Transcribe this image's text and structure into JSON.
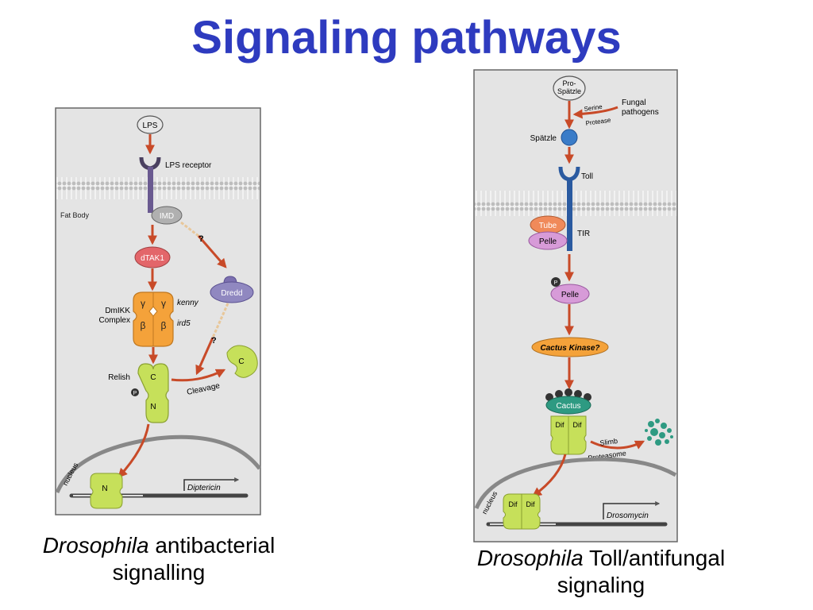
{
  "slide": {
    "title": "Signaling pathways"
  },
  "left_diagram": {
    "lps": "LPS",
    "lps_receptor": "LPS receptor",
    "fat_body": "Fat Body",
    "imd": "IMD",
    "question1": "?",
    "question2": "?",
    "dtak1": "dTAK1",
    "dredd": "Dredd",
    "gamma1": "γ",
    "gamma2": "γ",
    "beta1": "β",
    "beta2": "β",
    "dmikk_line1": "DmIKK",
    "dmikk_line2": "Complex",
    "kenny": "kenny",
    "ird5": "ird5",
    "relish": "Relish",
    "relish_c": "C",
    "relish_n": "N",
    "p": "P",
    "cleavage": "Cleavage",
    "cleaved_c": "C",
    "nucleus": "nucleus",
    "nuclear_n": "N",
    "gene": "Diptericin"
  },
  "right_diagram": {
    "pro_spatzle_line1": "Pro-",
    "pro_spatzle_line2": "Spätzle",
    "serine_line1": "Serine",
    "serine_line2": "Protease",
    "fungal_line1": "Fungal",
    "fungal_line2": "pathogens",
    "spatzle": "Spätzle",
    "toll": "Toll",
    "tube": "Tube",
    "pelle_membrane": "Pelle",
    "tir": "TIR",
    "p": "P",
    "pelle": "Pelle",
    "cactus_kinase": "Cactus Kinase?",
    "cactus": "Cactus",
    "dif1": "Dif",
    "dif2": "Dif",
    "slimb": "Slimb",
    "proteasome": "Proteasome",
    "nucleus": "nucleus",
    "nuclear_dif1": "Dif",
    "nuclear_dif2": "Dif",
    "gene": "Drosomycin"
  },
  "captions": {
    "left_italic": "Drosophila",
    "left_rest": " antibacterial",
    "left_line2": "signalling",
    "right_italic": "Drosophila",
    "right_rest": " Toll/antifungal",
    "right_line2": "signaling"
  },
  "colors": {
    "title": "#2e3bbf",
    "panel_bg": "#e4e4e4",
    "arrow": "#c84a28",
    "nfkb_green": "#c6e05a",
    "ikk_orange": "#f4a23a",
    "purple": "#7c70b0",
    "pink": "#d79bd8",
    "tube_orange": "#f08a5a",
    "dtak1_red": "#e3666a",
    "cactus_teal": "#2e9a82",
    "spatzle_blue": "#3a7cc8"
  }
}
